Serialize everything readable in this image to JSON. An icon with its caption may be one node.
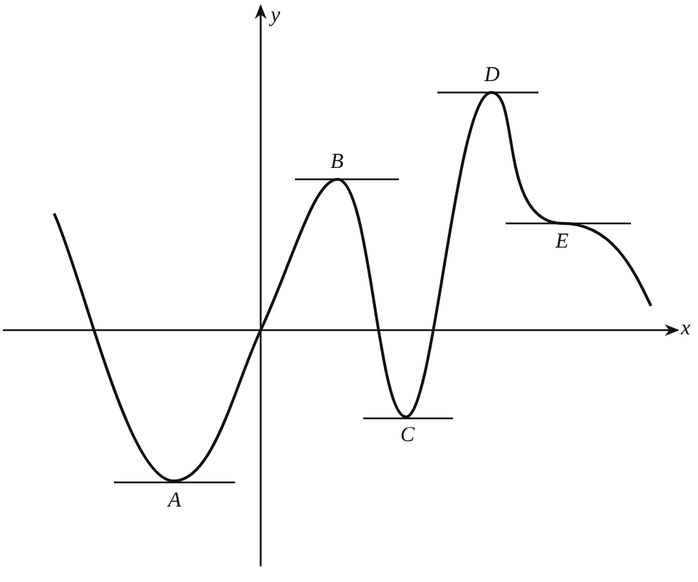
{
  "diagram": {
    "labels": [
      "y",
      "D",
      "B",
      "E",
      "x",
      "C",
      "A"
    ]
  }
}
